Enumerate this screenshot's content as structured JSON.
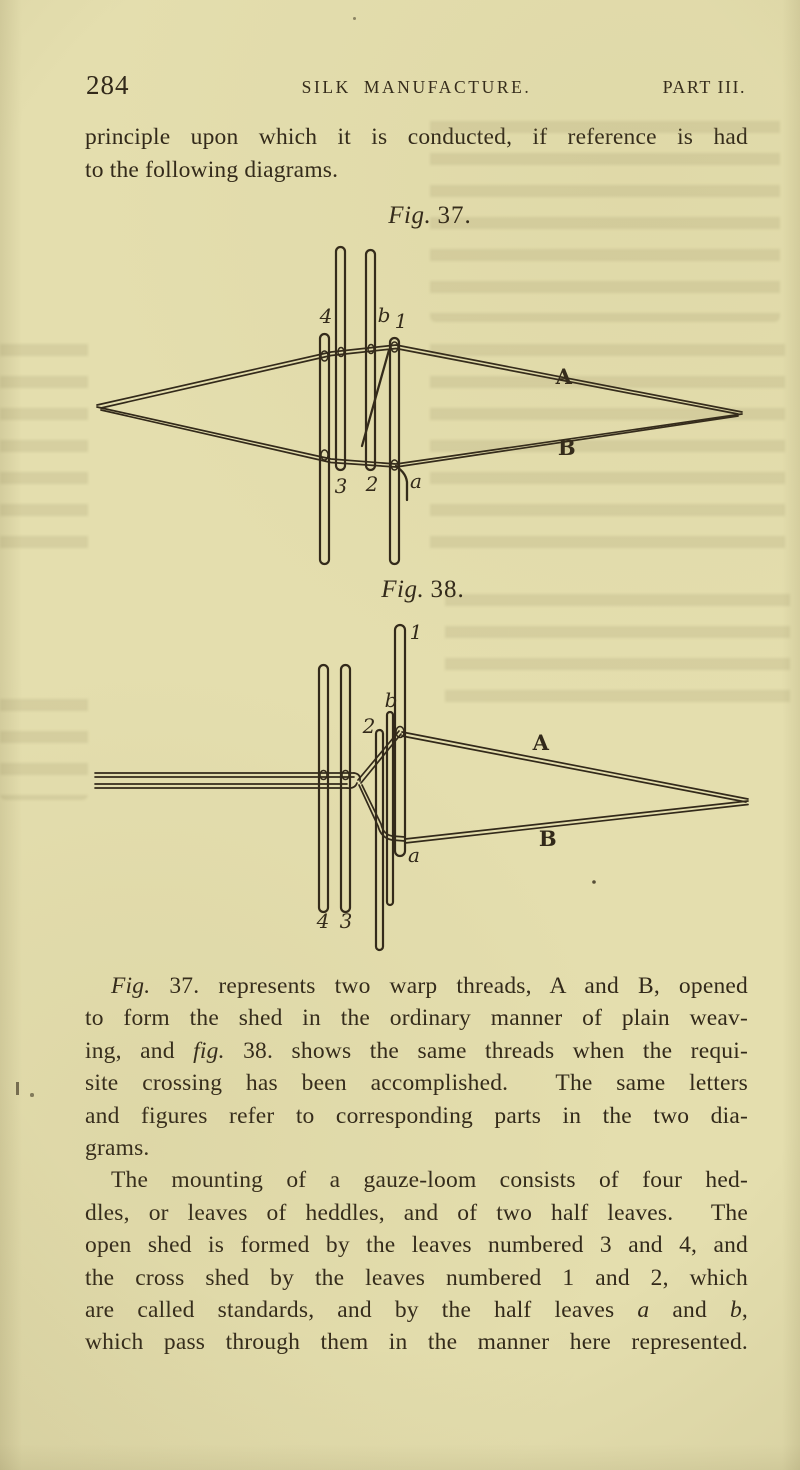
{
  "colors": {
    "paper": "#e4deae",
    "ink": "#32291a"
  },
  "header": {
    "page_number": "284",
    "title": "SILK MANUFACTURE.",
    "part": "PART III."
  },
  "intro": {
    "lines": [
      {
        "j": 1,
        "s": [
          {
            "t": "principle upon which it is conducted, if reference is had"
          }
        ]
      },
      {
        "s": [
          {
            "t": "to the following diagrams."
          }
        ]
      }
    ]
  },
  "fig37": {
    "caption_label": "Fig.",
    "caption_number": "37.",
    "labels": {
      "leaf4": "4",
      "half_b": "b",
      "leaf1": "1",
      "leaf3": "3",
      "leaf2": "2",
      "half_a": "a",
      "thread_a": "A",
      "thread_b": "B"
    }
  },
  "fig38": {
    "caption_label": "Fig.",
    "caption_number": "38.",
    "labels": {
      "leaf1": "1",
      "half_b": "b",
      "leaf2": "2",
      "half_a": "a",
      "thread_a": "A",
      "thread_b": "B",
      "leaf4": "4",
      "leaf3": "3"
    }
  },
  "body": {
    "lines": [
      {
        "j": 1,
        "ind": 1,
        "s": [
          {
            "t": "Fig.",
            "i": 1
          },
          {
            "t": " 37. represents two warp threads, A and B, opened"
          }
        ]
      },
      {
        "j": 1,
        "s": [
          {
            "t": "to form the shed in the ordinary manner of plain weav-"
          }
        ]
      },
      {
        "j": 1,
        "s": [
          {
            "t": "ing, and "
          },
          {
            "t": "fig.",
            "i": 1
          },
          {
            "t": " 38. shows the same threads when the requi-"
          }
        ]
      },
      {
        "j": 1,
        "s": [
          {
            "t": "site crossing has been accomplished.  The same letters"
          }
        ]
      },
      {
        "j": 1,
        "s": [
          {
            "t": "and figures refer to corresponding parts in the two dia-"
          }
        ]
      },
      {
        "s": [
          {
            "t": "grams."
          }
        ]
      },
      {
        "j": 1,
        "ind": 1,
        "s": [
          {
            "t": "The mounting of a gauze-loom consists of four hed-"
          }
        ]
      },
      {
        "j": 1,
        "s": [
          {
            "t": "dles, or leaves of heddles, and of two half leaves.  The"
          }
        ]
      },
      {
        "j": 1,
        "s": [
          {
            "t": "open shed is formed by the leaves numbered 3 and 4, and"
          }
        ]
      },
      {
        "j": 1,
        "s": [
          {
            "t": "the cross shed by the leaves numbered 1 and 2, which"
          }
        ]
      },
      {
        "j": 1,
        "s": [
          {
            "t": "are called standards, and by the half leaves "
          },
          {
            "t": "a",
            "i": 1
          },
          {
            "t": " and "
          },
          {
            "t": "b",
            "i": 1
          },
          {
            "t": ","
          }
        ]
      },
      {
        "j": 1,
        "s": [
          {
            "t": "which pass through them in the manner here represented."
          }
        ]
      }
    ]
  }
}
